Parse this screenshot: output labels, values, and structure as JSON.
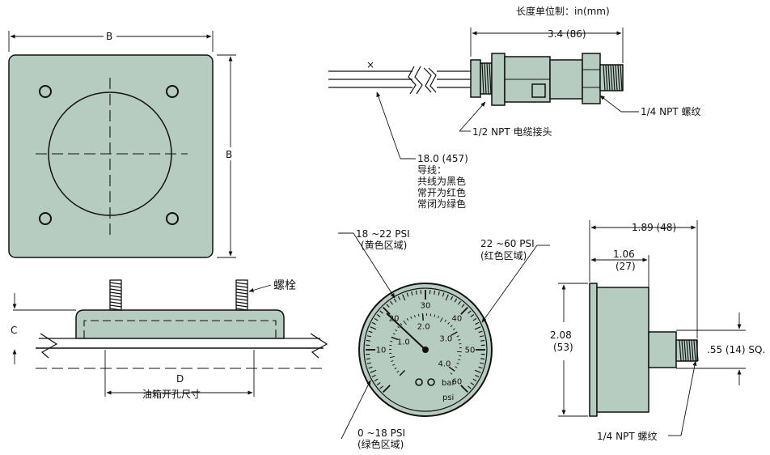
{
  "colors": {
    "body_fill": "#b6ccc0",
    "line": "#111111",
    "background": "#ffffff"
  },
  "units_note": "长度单位制：in(mm)",
  "plate": {
    "dim_width": "B",
    "dim_height": "B",
    "dim_c": "C",
    "dim_d": "D",
    "bolt_label": "螺栓",
    "hole_label": "油箱开孔尺寸"
  },
  "switch": {
    "length": "3.4 (86)",
    "mark": "×",
    "npt_quarter": "1/4 NPT  螺纹",
    "npt_half": "1/2 NPT 电缆接头",
    "leads": [
      "18.0  (457)",
      "导线：",
      "共线为黑色",
      "常开为红色",
      "常闭为绿色"
    ]
  },
  "gauge": {
    "zone_yellow": [
      "18 ~22 PSI",
      "(黄色区域)"
    ],
    "zone_red": [
      "22 ~60 PSI",
      "(红色区域)"
    ],
    "zone_green": [
      "0 ~18 PSI",
      "(绿色区域)"
    ],
    "psi_ticks": [
      "10",
      "20",
      "30",
      "40",
      "50",
      "60"
    ],
    "bar_ticks": [
      "1.0",
      "2.0",
      "3.0",
      "4.0"
    ],
    "unit_bar": "bar",
    "unit_psi": "psi"
  },
  "side": {
    "dim_overall": "1.89 (48)",
    "dim_case": [
      "1.06",
      "(27)"
    ],
    "dim_height": [
      "2.08",
      "(53)"
    ],
    "dim_hex": ".55 (14) SQ.",
    "npt_label": "1/4 NPT  螺纹"
  }
}
